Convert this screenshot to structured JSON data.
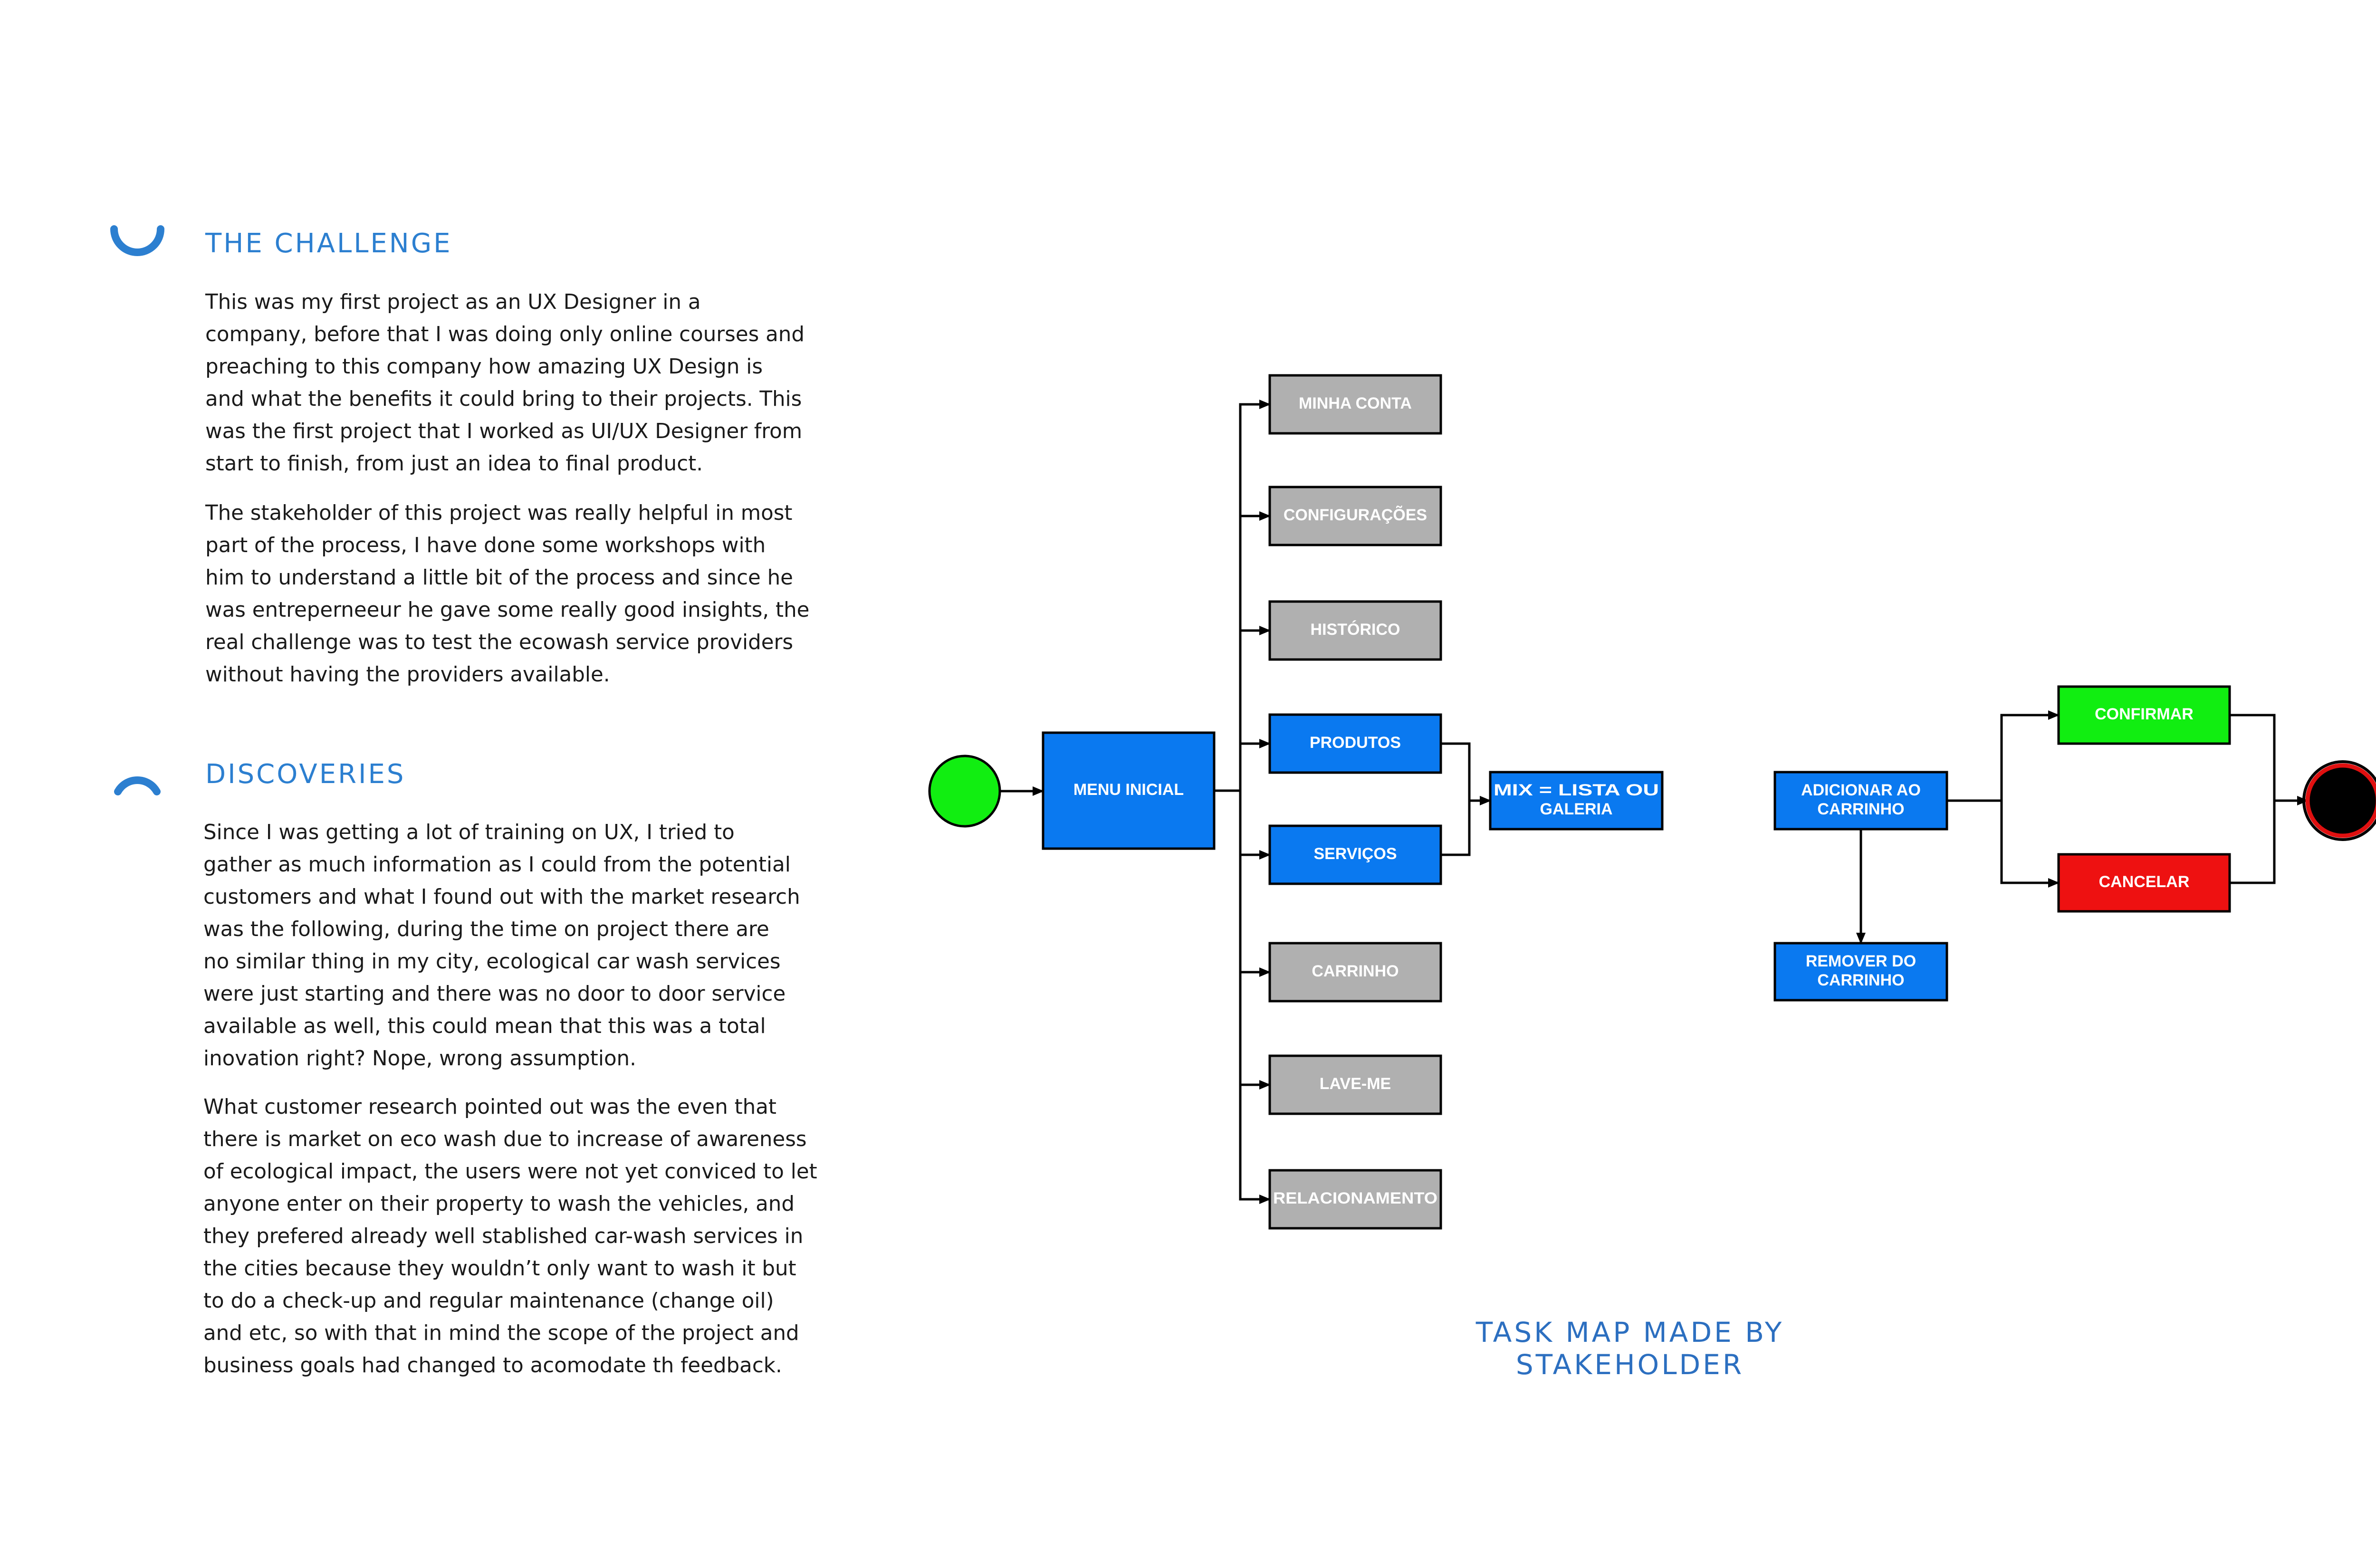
{
  "challenge": {
    "icon": "arc-bottom-icon",
    "title": "THE CHALLENGE",
    "paragraphs": [
      [
        "This was my first project as an UX Designer in a",
        "company, before that I was doing only online courses and",
        "preaching to this company how amazing UX Design is",
        "and what the benefits it could bring to their projects. This",
        "was the first project that I worked as UI/UX Designer from",
        "start to finish, from just an idea to final product."
      ],
      [
        "The stakeholder of this project was really helpful in most",
        "part of the process, I have done some workshops with",
        "him to understand a little bit of the process and since he",
        "was entreperneeur he gave some really good insights, the",
        "real challenge was to test the ecowash service providers",
        "without having the providers available."
      ]
    ]
  },
  "discoveries": {
    "icon": "arc-top-icon",
    "title": "DISCOVERIES",
    "paragraphs": [
      [
        "Since I was getting a lot of training on UX, I tried to",
        "gather as much information as I could from the potential",
        "customers and what I found out with the market research",
        "was the following, during the time on project there are",
        "no similar thing in my city, ecological car wash services",
        "were just starting and there was no door to door service",
        "available as well, this could mean that this was a total",
        "inovation right? Nope, wrong assumption."
      ],
      [
        "What customer research pointed out was the even that",
        "there is market on eco wash due to increase of awareness",
        "of ecological impact, the users were not yet conviced to let",
        "anyone enter on their property to wash the vehicles, and",
        "they prefered already well stablished car-wash services in",
        "the cities because they wouldn’t only want to wash it but",
        "to  do a check-up and regular maintenance (change oil)",
        "and etc, so with that in mind the scope of the project and",
        "business goals had changed to acomodate th feedback."
      ]
    ]
  },
  "task_map": {
    "caption": "TASK MAP MADE BY STAKEHOLDER",
    "colors": {
      "start": "#11ee11",
      "end": "#000000",
      "end_ring": "#e01010",
      "primary": "#0a79f0",
      "inactive": "#b0b0b0",
      "confirm": "#11ee11",
      "cancel": "#ee1111",
      "line": "#000000"
    },
    "nodes": {
      "start": {
        "label": "",
        "kind": "start"
      },
      "menu_inicial": {
        "label": "MENU INICIAL",
        "kind": "primary"
      },
      "minha_conta": {
        "label": "MINHA CONTA",
        "kind": "inactive"
      },
      "configuracoes": {
        "label": "CONFIGURAÇÕES",
        "kind": "inactive"
      },
      "historico": {
        "label": "HISTÓRICO",
        "kind": "inactive"
      },
      "produtos": {
        "label": "PRODUTOS",
        "kind": "primary"
      },
      "servicos": {
        "label": "SERVIÇOS",
        "kind": "primary"
      },
      "carrinho": {
        "label": "CARRINHO",
        "kind": "inactive"
      },
      "lave_me": {
        "label": "LAVE-ME",
        "kind": "inactive"
      },
      "relacionamento": {
        "label": "RELACIONAMENTO",
        "kind": "inactive"
      },
      "mix": {
        "label": [
          "MIX = LISTA OU",
          "GALERIA"
        ],
        "kind": "primary"
      },
      "adicionar": {
        "label": [
          "ADICIONAR AO",
          "CARRINHO"
        ],
        "kind": "primary"
      },
      "remover": {
        "label": [
          "REMOVER DO",
          "CARRINHO"
        ],
        "kind": "primary"
      },
      "confirmar": {
        "label": "CONFIRMAR",
        "kind": "confirm"
      },
      "cancelar": {
        "label": "CANCELAR",
        "kind": "cancel"
      },
      "end": {
        "label": "",
        "kind": "end"
      }
    },
    "edges": [
      [
        "start",
        "menu_inicial"
      ],
      [
        "menu_inicial",
        "minha_conta"
      ],
      [
        "menu_inicial",
        "configuracoes"
      ],
      [
        "menu_inicial",
        "historico"
      ],
      [
        "menu_inicial",
        "produtos"
      ],
      [
        "menu_inicial",
        "servicos"
      ],
      [
        "menu_inicial",
        "carrinho"
      ],
      [
        "menu_inicial",
        "lave_me"
      ],
      [
        "menu_inicial",
        "relacionamento"
      ],
      [
        "produtos",
        "mix"
      ],
      [
        "servicos",
        "mix"
      ],
      [
        "mix",
        "adicionar"
      ],
      [
        "adicionar",
        "remover"
      ],
      [
        "adicionar",
        "confirmar"
      ],
      [
        "adicionar",
        "cancelar"
      ],
      [
        "confirmar",
        "end"
      ],
      [
        "cancelar",
        "end"
      ]
    ]
  }
}
